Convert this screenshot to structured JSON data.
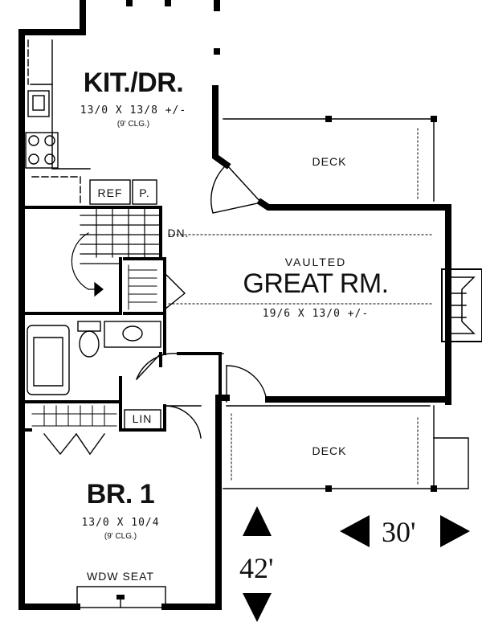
{
  "rooms": {
    "kitchen": {
      "name": "KIT./DR.",
      "dims": "13/0 X 13/8 +/-",
      "ceiling": "(9' CLG.)"
    },
    "great_room": {
      "prefix": "VAULTED",
      "name": "GREAT RM.",
      "dims": "19/6 X 13/0 +/-"
    },
    "bedroom": {
      "name": "BR. 1",
      "dims": "13/0 X 10/4",
      "ceiling": "(9' CLG.)"
    },
    "deck_upper": {
      "name": "DECK"
    },
    "deck_lower": {
      "name": "DECK"
    }
  },
  "labels": {
    "ref": "REF",
    "pantry": "P.",
    "stairs_down": "DN.",
    "linen": "LIN",
    "window_seat": "WDW SEAT"
  },
  "overall": {
    "width": "30'",
    "depth": "42'"
  },
  "colors": {
    "wall": "#000000",
    "line": "#222222",
    "background": "#ffffff"
  }
}
